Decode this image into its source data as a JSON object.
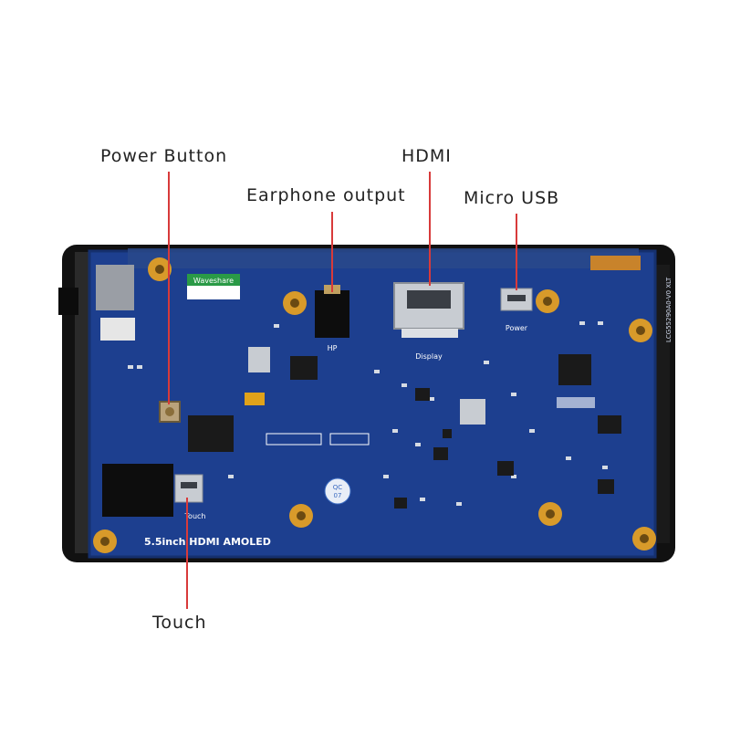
{
  "callouts": {
    "power_button": "Power Button",
    "hdmi": "HDMI",
    "earphone_output": "Earphone output",
    "micro_usb": "Micro USB",
    "touch": "Touch"
  },
  "board": {
    "product_label": "5.5inch HDMI AMOLED",
    "silkscreen_hp": "HP",
    "silkscreen_display": "Display",
    "silkscreen_power": "Power",
    "silkscreen_touch": "Touch",
    "qc_sticker": "QC",
    "qc_sticker_number": "07",
    "part_code": "LCG55290A0-V0  XLT",
    "logo_text": "Waveshare"
  },
  "colors": {
    "pcb_blue": "#1d3f8f",
    "bezel_black": "#111111",
    "leader_red": "#d83a3a",
    "mount_gold": "#d89a2a"
  }
}
